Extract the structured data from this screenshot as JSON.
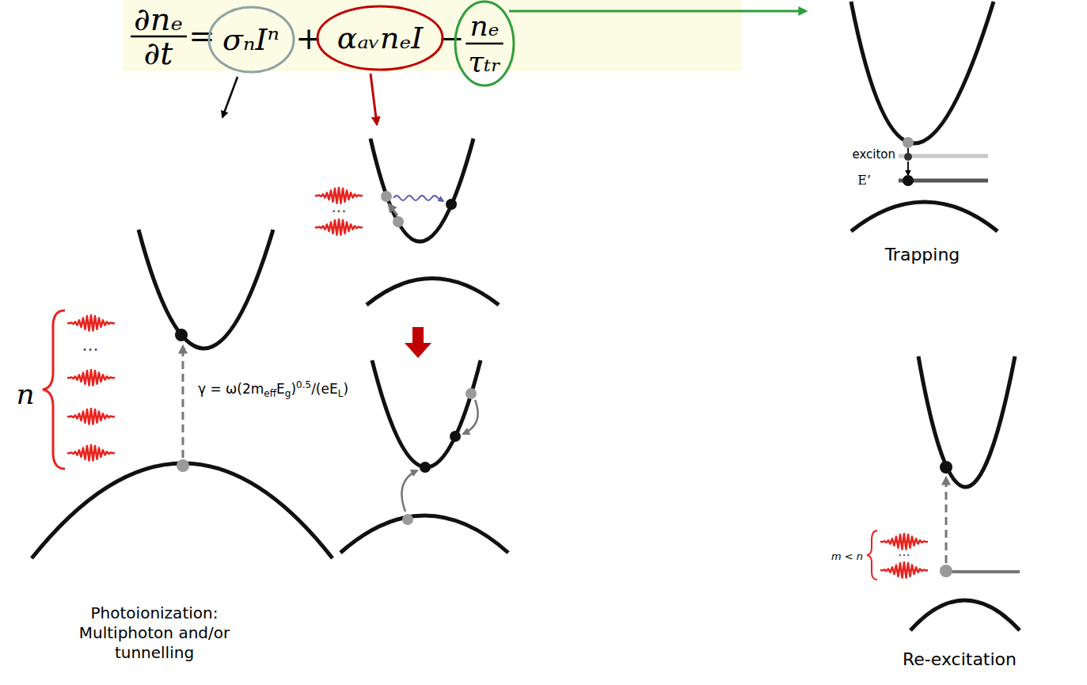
{
  "diagram": {
    "nodes": [
      {
        "text": [
          "∂nₑ",
          "∂t",
          "=",
          "+",
          "−"
        ]
      },
      {
        "text": [
          "σₙIⁿ"
        ],
        "in": 0
      },
      {
        "text": [
          "αₐᵥnₑI"
        ],
        "in": 0
      },
      {
        "text": [
          "nₑ",
          "τₜᵣ"
        ],
        "in": 0
      }
    ],
    "labels": [
      "n",
      "...",
      "γ = ω(2m",
      "eff",
      "E",
      "g",
      ")",
      "0.5",
      "/(eE",
      "L",
      ")",
      "Photoionization: Multiphoton and/or tunnelling",
      "...",
      "exciton",
      "E’",
      "Trapping",
      "m < n",
      "...",
      "Re-excitation"
    ]
  }
}
